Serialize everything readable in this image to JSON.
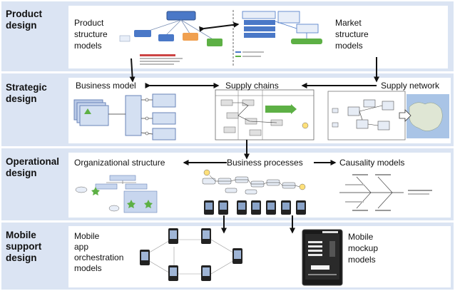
{
  "rows": {
    "product": {
      "label_lines": [
        "Product",
        "design"
      ]
    },
    "strategic": {
      "label_lines": [
        "Strategic",
        "design"
      ]
    },
    "operational": {
      "label_lines": [
        "Operational",
        "design"
      ]
    },
    "mobile": {
      "label_lines": [
        "Mobile",
        "support",
        "design"
      ]
    }
  },
  "labels": {
    "product_structure": [
      "Product",
      "structure",
      "models"
    ],
    "market_structure": [
      "Market",
      "structure",
      "models"
    ],
    "business_model": "Business model",
    "supply_chains": "Supply chains",
    "supply_network": "Supply network",
    "organizational_structure": "Organizational structure",
    "business_processes": "Business processes",
    "causality_models": "Causality models",
    "mobile_app": [
      "Mobile",
      "app",
      "orchestration",
      "models"
    ],
    "mobile_mockup": [
      "Mobile",
      "mockup",
      "models"
    ]
  },
  "colors": {
    "band": "#dbe4f3",
    "arrow": "#111111",
    "accent_blue": "#4a78c7",
    "accent_orange": "#f0a050",
    "accent_green": "#5db045"
  }
}
